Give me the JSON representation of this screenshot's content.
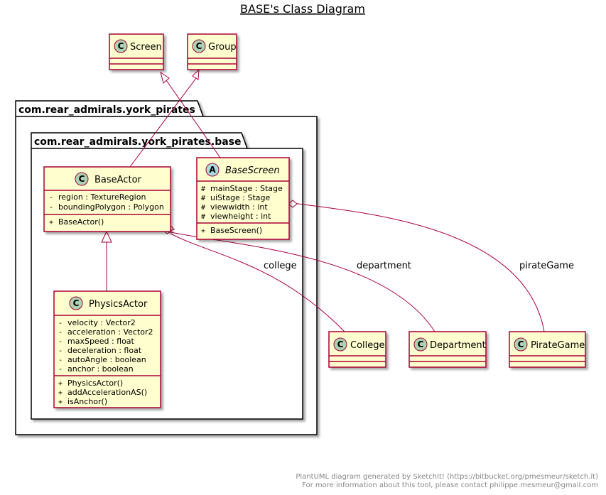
{
  "title": "BASE's Class Diagram",
  "colors": {
    "class_fill": "#FEFECE",
    "class_border": "#A80036",
    "spot_class": "#ADD1B2",
    "spot_abstract": "#A9DCDF",
    "package_fill": "#FFFFFF",
    "footer_text": "#888888"
  },
  "packages": {
    "outer": "com.rear_admirals.york_pirates",
    "inner": "com.rear_admirals.york_pirates.base"
  },
  "classes": {
    "screen": {
      "name": "Screen",
      "spot": "C"
    },
    "group": {
      "name": "Group",
      "spot": "C"
    },
    "college": {
      "name": "College",
      "spot": "C"
    },
    "department": {
      "name": "Department",
      "spot": "C"
    },
    "pirate_game": {
      "name": "PirateGame",
      "spot": "C"
    },
    "base_actor": {
      "name": "BaseActor",
      "spot": "C",
      "fields": [
        {
          "vis": "-",
          "text": "region : TextureRegion"
        },
        {
          "vis": "-",
          "text": "boundingPolygon : Polygon"
        }
      ],
      "methods": [
        {
          "vis": "+",
          "text": "BaseActor()"
        }
      ]
    },
    "base_screen": {
      "name": "BaseScreen",
      "spot": "A",
      "fields": [
        {
          "vis": "#",
          "text": "mainStage : Stage"
        },
        {
          "vis": "#",
          "text": "uiStage : Stage"
        },
        {
          "vis": "#",
          "text": "viewwidth : int"
        },
        {
          "vis": "#",
          "text": "viewheight : int"
        }
      ],
      "methods": [
        {
          "vis": "+",
          "text": "BaseScreen()"
        }
      ]
    },
    "physics_actor": {
      "name": "PhysicsActor",
      "spot": "C",
      "fields": [
        {
          "vis": "-",
          "text": "velocity : Vector2"
        },
        {
          "vis": "-",
          "text": "acceleration : Vector2"
        },
        {
          "vis": "-",
          "text": "maxSpeed : float"
        },
        {
          "vis": "-",
          "text": "deceleration : float"
        },
        {
          "vis": "-",
          "text": "autoAngle : boolean"
        },
        {
          "vis": "-",
          "text": "anchor : boolean"
        }
      ],
      "methods": [
        {
          "vis": "+",
          "text": "PhysicsActor()"
        },
        {
          "vis": "+",
          "text": "addAccelerationAS()"
        },
        {
          "vis": "+",
          "text": "isAnchor()"
        }
      ]
    }
  },
  "relations": {
    "college": "college",
    "department": "department",
    "pirate_game": "pirateGame"
  },
  "footer": {
    "line1": "PlantUML diagram generated by SketchIt! (https://bitbucket.org/pmesmeur/sketch.it)",
    "line2": "For more information about this tool, please contact philippe.mesmeur@gmail.com"
  }
}
